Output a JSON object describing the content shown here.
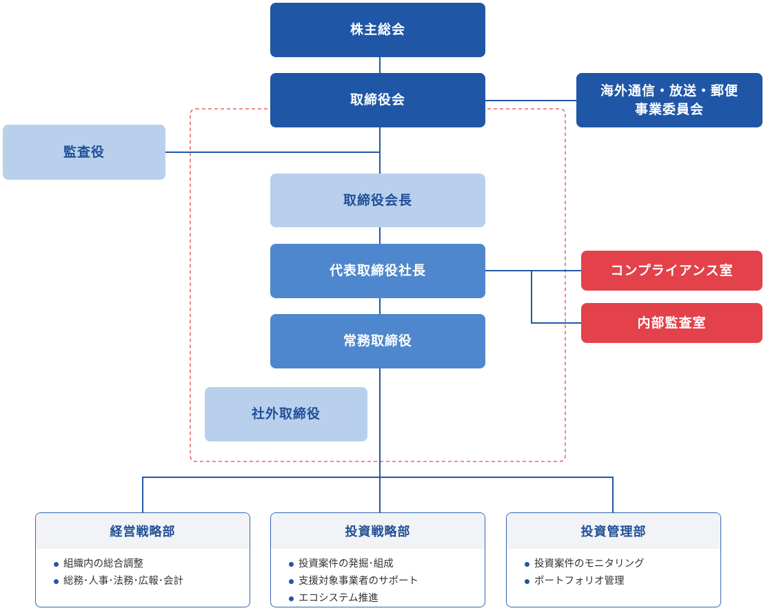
{
  "org": {
    "shareholders_meeting": "株主総会",
    "board": "取締役会",
    "overseas_committee": [
      "海外通信・放送・郵便",
      "事業委員会"
    ],
    "auditor": "監査役",
    "chairman": "取締役会長",
    "president": "代表取締役社長",
    "compliance": "コンプライアンス室",
    "internal_audit": "内部監査室",
    "managing_director": "常務取締役",
    "outside_director": "社外取締役"
  },
  "departments": [
    {
      "title": "経営戦略部",
      "items": [
        "組織内の総合調整",
        "総務･人事･法務･広報･会計"
      ]
    },
    {
      "title": "投資戦略部",
      "items": [
        "投資案件の発掘･組成",
        "支援対象事業者のサポート",
        "エコシステム推進"
      ]
    },
    {
      "title": "投資管理部",
      "items": [
        "投資案件のモニタリング",
        "ポートフォリオ管理"
      ]
    }
  ],
  "colors": {
    "navy": "#1f56a6",
    "mid_blue": "#4e87cd",
    "pale_blue": "#b9d0ec",
    "red": "#e3424b",
    "connector": "#1f56a6",
    "dashed_outline": "#e3424b"
  }
}
